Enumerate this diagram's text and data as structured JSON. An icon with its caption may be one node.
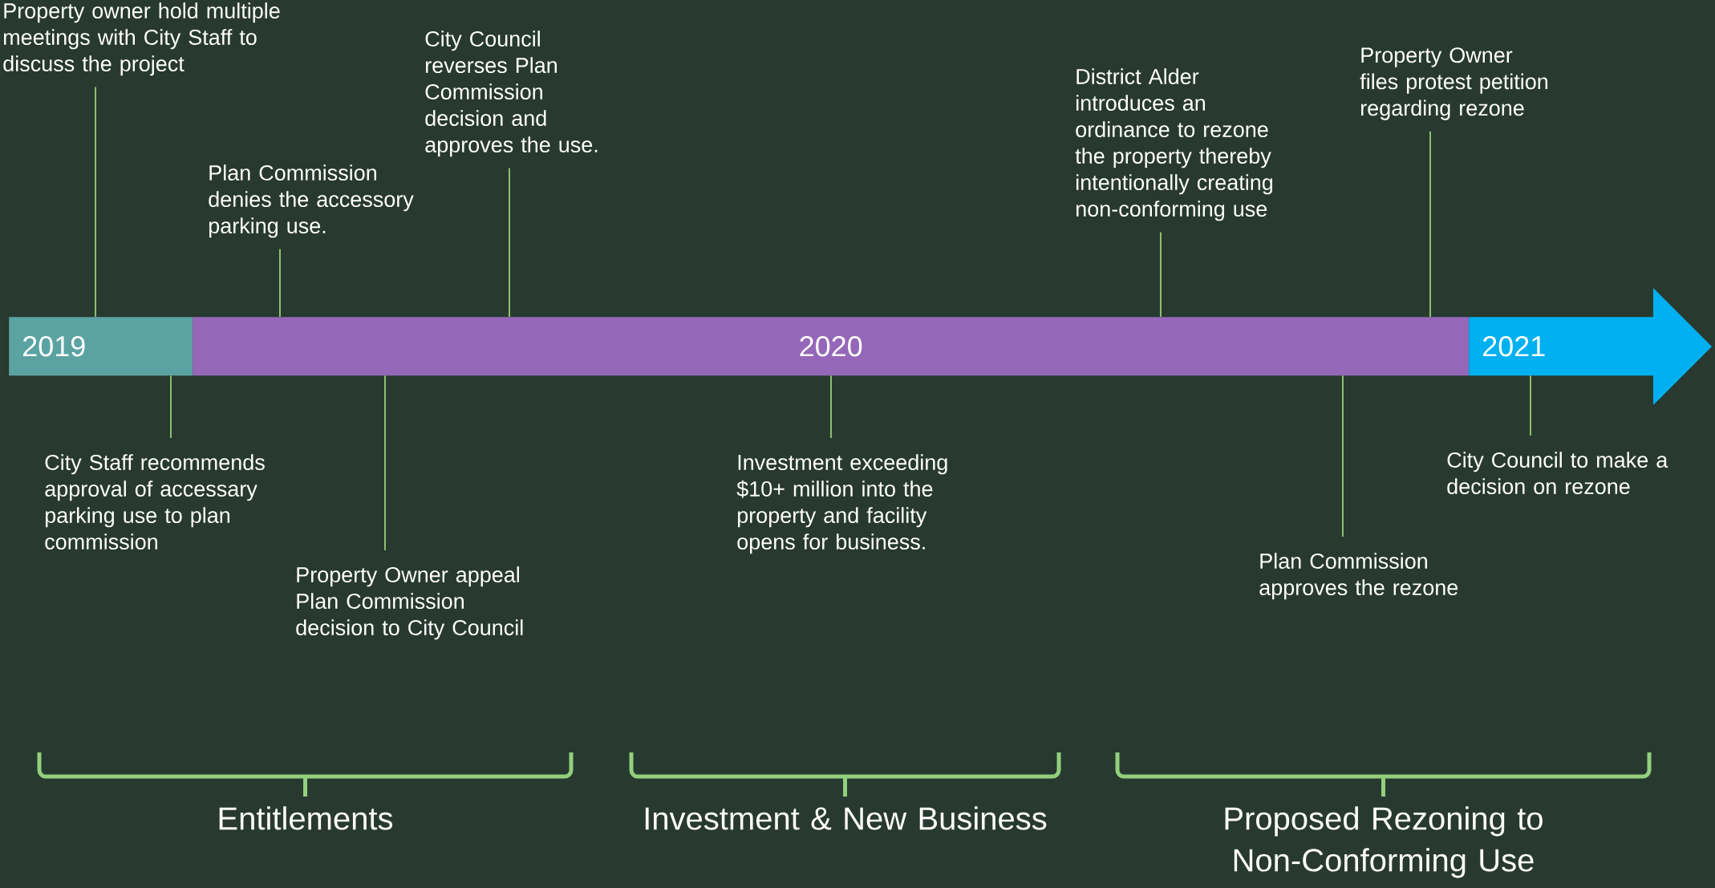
{
  "diagram": {
    "nodes": [
      {
        "text": [
          "2019"
        ]
      },
      {
        "text": [
          "2020"
        ]
      },
      {
        "text": [
          "2021"
        ]
      },
      {
        "text": [
          "Property owner hold multiple meetings with City Staff to discuss the project"
        ]
      },
      {
        "text": [
          "Plan Commission denies the accessory parking use."
        ]
      },
      {
        "text": [
          "City Council reverses Plan Commission decision and approves the use."
        ]
      },
      {
        "text": [
          "District Alder introduces an ordinance to rezone the property thereby intentionally creating non-conforming use"
        ]
      },
      {
        "text": [
          "Property Owner files protest petition regarding rezone"
        ]
      },
      {
        "text": [
          "City Staff recommends approval of accessary parking use  to plan commission"
        ]
      },
      {
        "text": [
          "Property Owner appeal Plan Commission decision to City Council"
        ]
      },
      {
        "text": [
          "Investment exceeding $10+ million into the property and facility opens for business."
        ]
      },
      {
        "text": [
          "Plan Commission approves the rezone"
        ]
      },
      {
        "text": [
          "City Council to make a decision on rezone"
        ]
      }
    ],
    "edges": [
      {
        "from": 3,
        "to": 0,
        "arrow": "none"
      },
      {
        "from": 4,
        "to": 1,
        "arrow": "none"
      },
      {
        "from": 5,
        "to": 1,
        "arrow": "none"
      },
      {
        "from": 6,
        "to": 1,
        "arrow": "none"
      },
      {
        "from": 7,
        "to": 1,
        "arrow": "none"
      },
      {
        "from": 8,
        "to": 0,
        "arrow": "none"
      },
      {
        "from": 9,
        "to": 1,
        "arrow": "none"
      },
      {
        "from": 10,
        "to": 1,
        "arrow": "none"
      },
      {
        "from": 11,
        "to": 1,
        "arrow": "none"
      },
      {
        "from": 12,
        "to": 2,
        "arrow": "none"
      }
    ],
    "labels": [
      "Entitlements",
      "Investment & New Business",
      "Proposed Rezoning to Non-Conforming Use"
    ]
  }
}
